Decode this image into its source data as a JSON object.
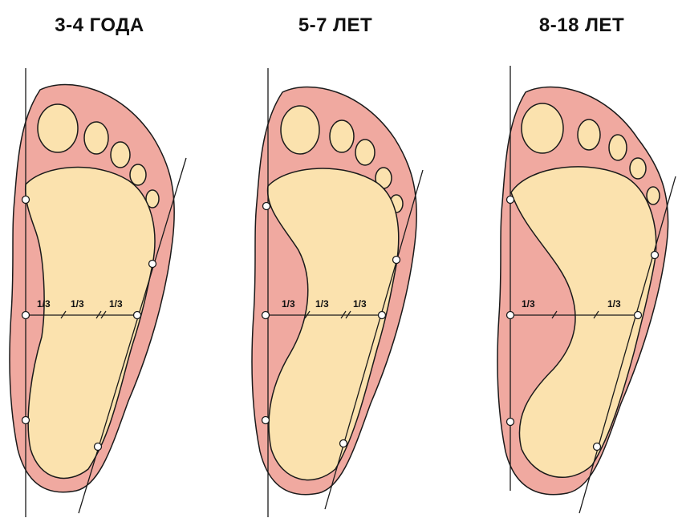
{
  "panels": [
    {
      "title": "3-4 ГОДА",
      "labels": [
        "1/3",
        "1/3",
        "1/3"
      ]
    },
    {
      "title": "5-7 ЛЕТ",
      "labels": [
        "1/3",
        "1/3",
        "1/3"
      ]
    },
    {
      "title": "8-18 ЛЕТ",
      "labels": [
        "1/3",
        "1/3"
      ]
    }
  ],
  "colors": {
    "outer": "#f0a9a0",
    "inner": "#fbe2ae",
    "stroke": "#1a1a1a"
  }
}
